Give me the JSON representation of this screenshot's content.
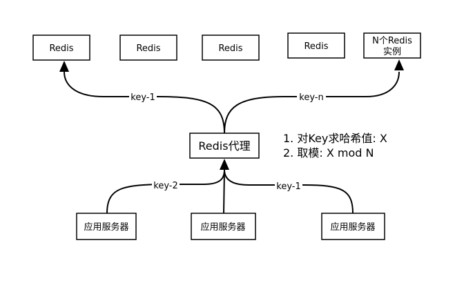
{
  "redis_nodes": [
    {
      "label": "Redis"
    },
    {
      "label": "Redis"
    },
    {
      "label": "Redis"
    },
    {
      "label": "Redis"
    },
    {
      "label_line1": "N个Redis",
      "label_line2": "实例"
    }
  ],
  "proxy": {
    "label": "Redis代理"
  },
  "app_servers": [
    {
      "label": "应用服务器"
    },
    {
      "label": "应用服务器"
    },
    {
      "label": "应用服务器"
    }
  ],
  "edges": {
    "to_first_redis": "key-1",
    "to_last_redis": "key-n",
    "from_app_left": "key-2",
    "from_app_right": "key-1"
  },
  "notes": [
    "1.  对Key求哈希值: X",
    "2. 取模:  X mod N"
  ],
  "colors": {
    "stroke": "#000000",
    "background": "#ffffff"
  }
}
